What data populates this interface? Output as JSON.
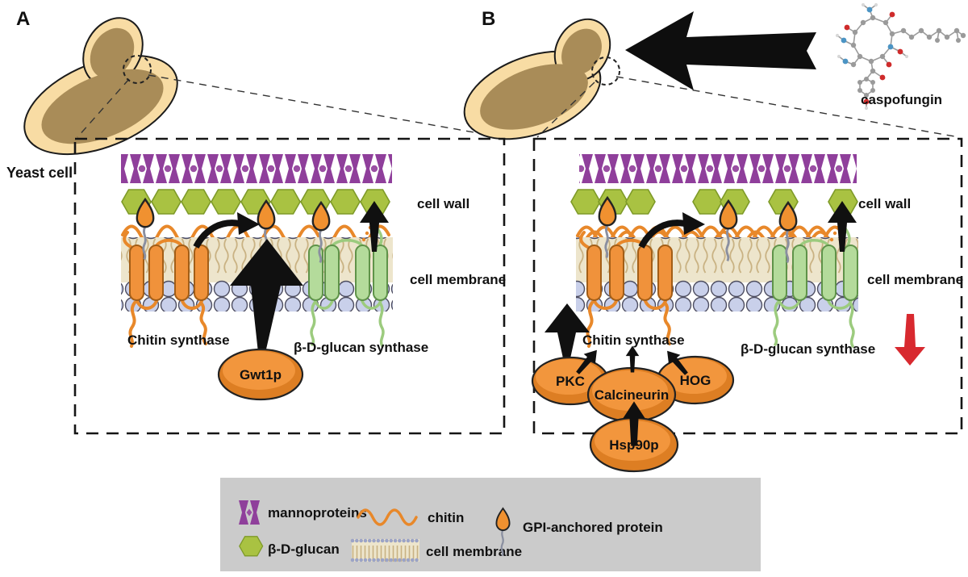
{
  "figure": {
    "panel_a": {
      "letter": "A",
      "yeast_cell_label": "Yeast cell",
      "cell_wall_label": "cell wall",
      "cell_membrane_label": "cell membrane",
      "chitin_synthase_label": "Chitin synthase",
      "glucan_synthase_label": "β-D-glucan synthase",
      "gwt1p_label": "Gwt1p"
    },
    "panel_b": {
      "letter": "B",
      "caspofungin_label": "caspofungin",
      "cell_wall_label": "cell wall",
      "cell_membrane_label": "cell membrane",
      "chitin_synthase_label": "Chitin synthase",
      "glucan_synthase_label": "β-D-glucan synthase",
      "pkc_label": "PKC",
      "calcineurin_label": "Calcineurin",
      "hog_label": "HOG",
      "hsp90p_label": "Hsp90p"
    },
    "legend": {
      "items": [
        {
          "icon": "mannoprotein-icon",
          "label": "mannoproteins"
        },
        {
          "icon": "beta-d-glucan-icon",
          "label": "β-D-glucan"
        },
        {
          "icon": "chitin-icon",
          "label": "chitin"
        },
        {
          "icon": "cell-membrane-icon",
          "label": "cell membrane"
        },
        {
          "icon": "gpi-anchored-protein-icon",
          "label": "GPI-anchored protein"
        }
      ]
    },
    "colors": {
      "mannoprotein_purple": "#8F3F9B",
      "glucan_green": "#A9C242",
      "chitin_orange": "#E8882A",
      "protein_orange": "#F0923B",
      "synthase_green": "#B4DB9B",
      "membrane_lavender": "#C9D0EA",
      "membrane_tan": "#EDE5CC",
      "arrow_black": "#111111",
      "inhibition_red": "#D8292F",
      "legend_gray": "#CBCBCB",
      "yeast_outer_tan": "#F8DCA4",
      "yeast_inner_brown": "#A98C58"
    }
  }
}
